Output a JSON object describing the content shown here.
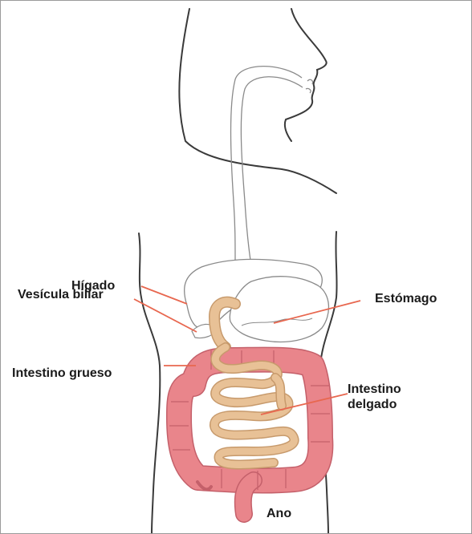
{
  "labels": {
    "higado": "Hígado",
    "vesicula": "Vesícula biliar",
    "intestino_grueso": "Intestino grueso",
    "estomago": "Estómago",
    "intestino_delgado_1": "Intestino",
    "intestino_delgado_2": "delgado",
    "ano": "Ano"
  },
  "colors": {
    "outline": "#3a3a3a",
    "organ_outline": "#8a8a8a",
    "leader_line": "#e8674f",
    "large_intestine": "#e9858b",
    "large_intestine_edge": "#c4606a",
    "small_intestine": "#e8c196",
    "small_intestine_edge": "#c79a6c"
  }
}
